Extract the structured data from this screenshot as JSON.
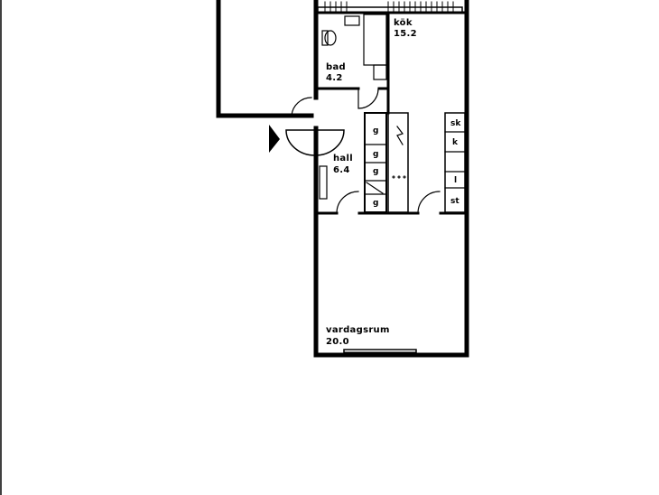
{
  "rooms": {
    "kok": {
      "name": "kök",
      "area": "15.2"
    },
    "bad": {
      "name": "bad",
      "area": "4.2"
    },
    "hall": {
      "name": "hall",
      "area": "6.4"
    },
    "vardagsrum": {
      "name": "vardagsrum",
      "area": "20.0"
    }
  },
  "fixtures": {
    "closet_label": "g",
    "kitchen_labels": [
      "sk",
      "k",
      "l",
      "st"
    ]
  }
}
